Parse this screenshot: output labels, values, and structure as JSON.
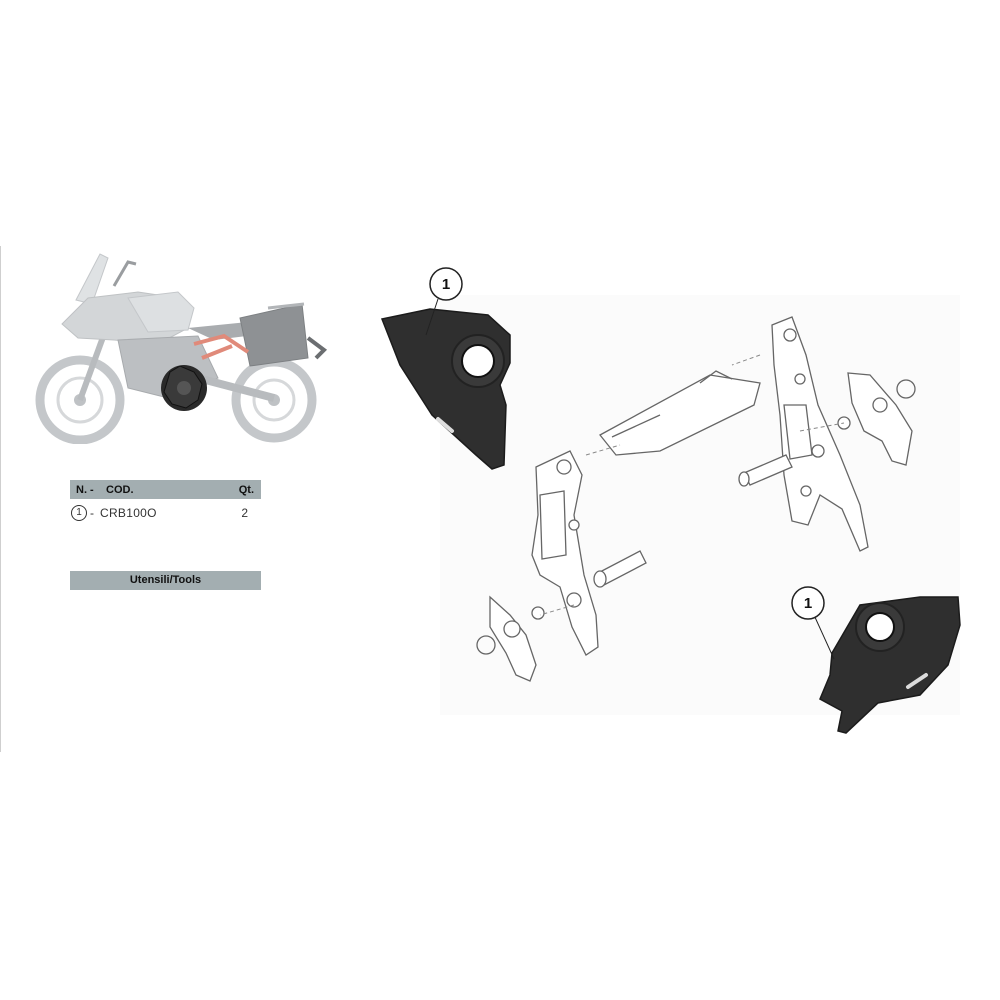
{
  "parts_table": {
    "header": {
      "number": "N. -",
      "code": "COD.",
      "quantity": "Qt."
    },
    "rows": [
      {
        "number": "1",
        "separator": "-",
        "code": "CRB100O",
        "quantity": "2"
      }
    ]
  },
  "tools_section": {
    "label": "Utensili/Tools"
  },
  "diagram": {
    "callouts": [
      {
        "label": "1"
      },
      {
        "label": "1"
      }
    ]
  },
  "colors": {
    "table_header_bg": "#a3aeb1",
    "carbon_part": "#2e2e2e",
    "line_art": "#555555",
    "bike_body": "#c9cccf"
  }
}
